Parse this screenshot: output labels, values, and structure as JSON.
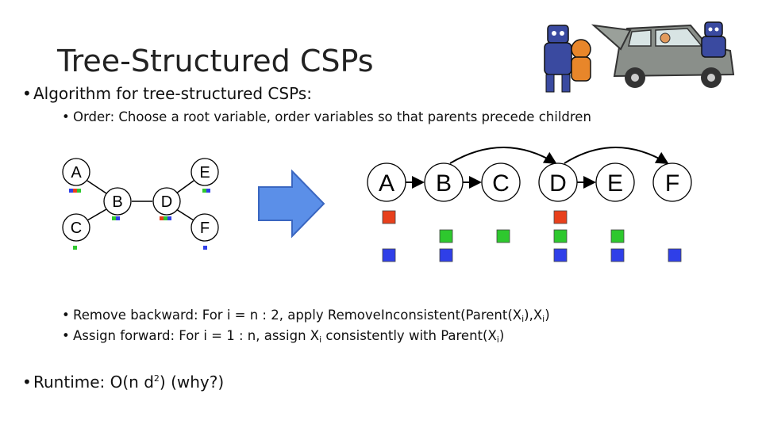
{
  "title": "Tree-Structured CSPs",
  "bullets": {
    "algorithm": "Algorithm for tree-structured CSPs:",
    "order": "Order: Choose a root variable, order variables so that parents precede children",
    "remove_prefix": "Remove backward: For i = n : 2, apply RemoveInconsistent(Parent(X",
    "remove_sub1": "i",
    "remove_mid": "),X",
    "remove_sub2": "i",
    "remove_suffix": ")",
    "assign_prefix": "Assign forward: For i = 1 : n, assign X",
    "assign_sub1": "i",
    "assign_mid": " consistently with Parent(X",
    "assign_sub2": "i",
    "assign_suffix": ")",
    "runtime_prefix": "Runtime: O(n d",
    "runtime_sup": "2",
    "runtime_suffix": ")  (why?)"
  },
  "tree": {
    "nodes": [
      "A",
      "B",
      "C",
      "D",
      "E",
      "F"
    ]
  },
  "chain": {
    "nodes": [
      "A",
      "B",
      "C",
      "D",
      "E",
      "F"
    ]
  },
  "colors": {
    "red": "#e8401c",
    "green": "#2ec82e",
    "blue": "#2f3fe8",
    "arrow_fill": "#5b8fe8",
    "arrow_stroke": "#3a66c0"
  }
}
